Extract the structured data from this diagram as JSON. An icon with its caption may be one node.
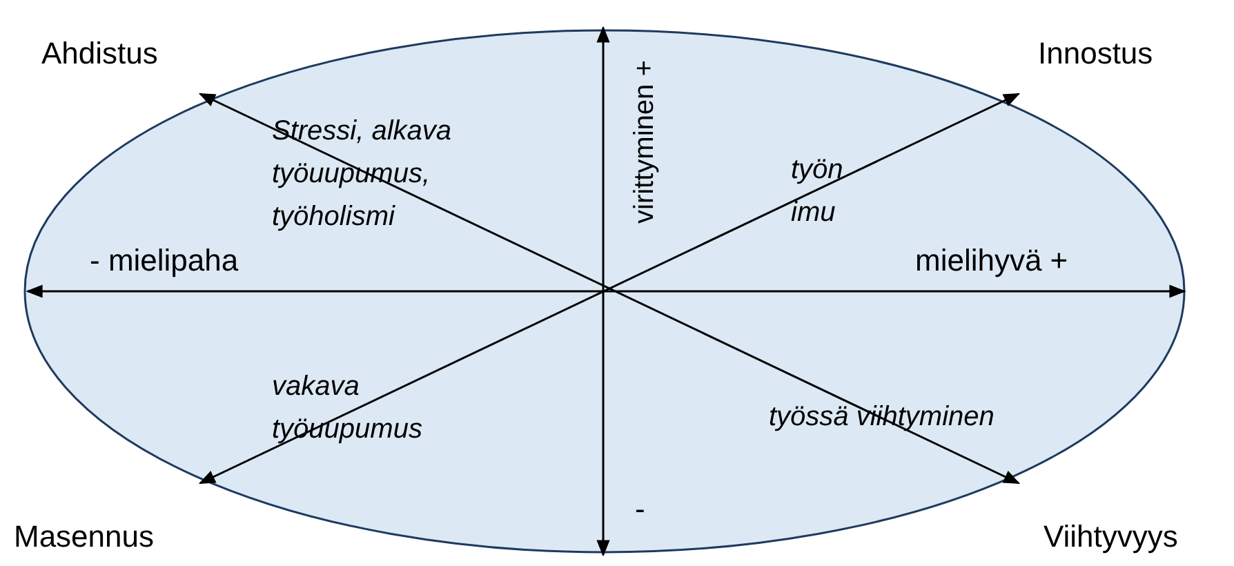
{
  "diagram": {
    "labels": [
      "Ahdistus",
      "Innostus",
      "virittyminen +",
      "Stressi, alkava työuupumus, työholismi",
      "työn imu",
      "- mielipaha",
      "mielihyvä +",
      "vakava työuupumus",
      "työssä viihtyminen",
      "Masennus",
      "-",
      "Viihtyvyys"
    ]
  }
}
